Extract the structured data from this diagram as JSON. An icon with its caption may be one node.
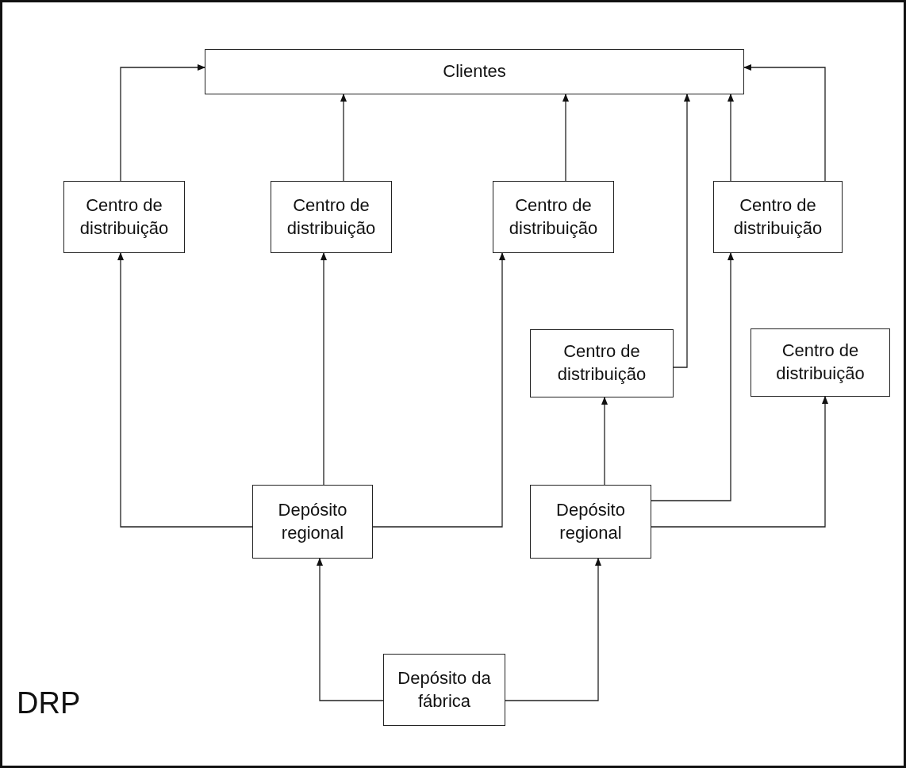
{
  "diagram": {
    "nodes": [
      {
        "text": [
          "Clientes"
        ]
      },
      {
        "text": [
          "Centro de distribuição"
        ]
      },
      {
        "text": [
          "Centro de distribuição"
        ]
      },
      {
        "text": [
          "Centro de distribuição"
        ]
      },
      {
        "text": [
          "Centro de distribuição"
        ]
      },
      {
        "text": [
          "Centro de distribuição"
        ]
      },
      {
        "text": [
          "Centro de distribuição"
        ]
      },
      {
        "text": [
          "Depósito regional"
        ]
      },
      {
        "text": [
          "Depósito regional"
        ]
      },
      {
        "text": [
          "Depósito da fábrica"
        ]
      }
    ],
    "edges": [
      {
        "from": 1,
        "to": 0,
        "arrow": "to"
      },
      {
        "from": 2,
        "to": 0,
        "arrow": "to"
      },
      {
        "from": 3,
        "to": 0,
        "arrow": "to"
      },
      {
        "from": 5,
        "to": 0,
        "arrow": "to"
      },
      {
        "from": 4,
        "to": 0,
        "arrow": "to"
      },
      {
        "from": 4,
        "to": 0,
        "arrow": "to"
      },
      {
        "from": 7,
        "to": 1,
        "arrow": "to"
      },
      {
        "from": 7,
        "to": 2,
        "arrow": "to"
      },
      {
        "from": 7,
        "to": 3,
        "arrow": "to"
      },
      {
        "from": 8,
        "to": 5,
        "arrow": "to"
      },
      {
        "from": 8,
        "to": 4,
        "arrow": "to"
      },
      {
        "from": 8,
        "to": 6,
        "arrow": "to"
      },
      {
        "from": 9,
        "to": 7,
        "arrow": "to"
      },
      {
        "from": 9,
        "to": 8,
        "arrow": "to"
      }
    ],
    "labels": [
      "DRP"
    ]
  }
}
